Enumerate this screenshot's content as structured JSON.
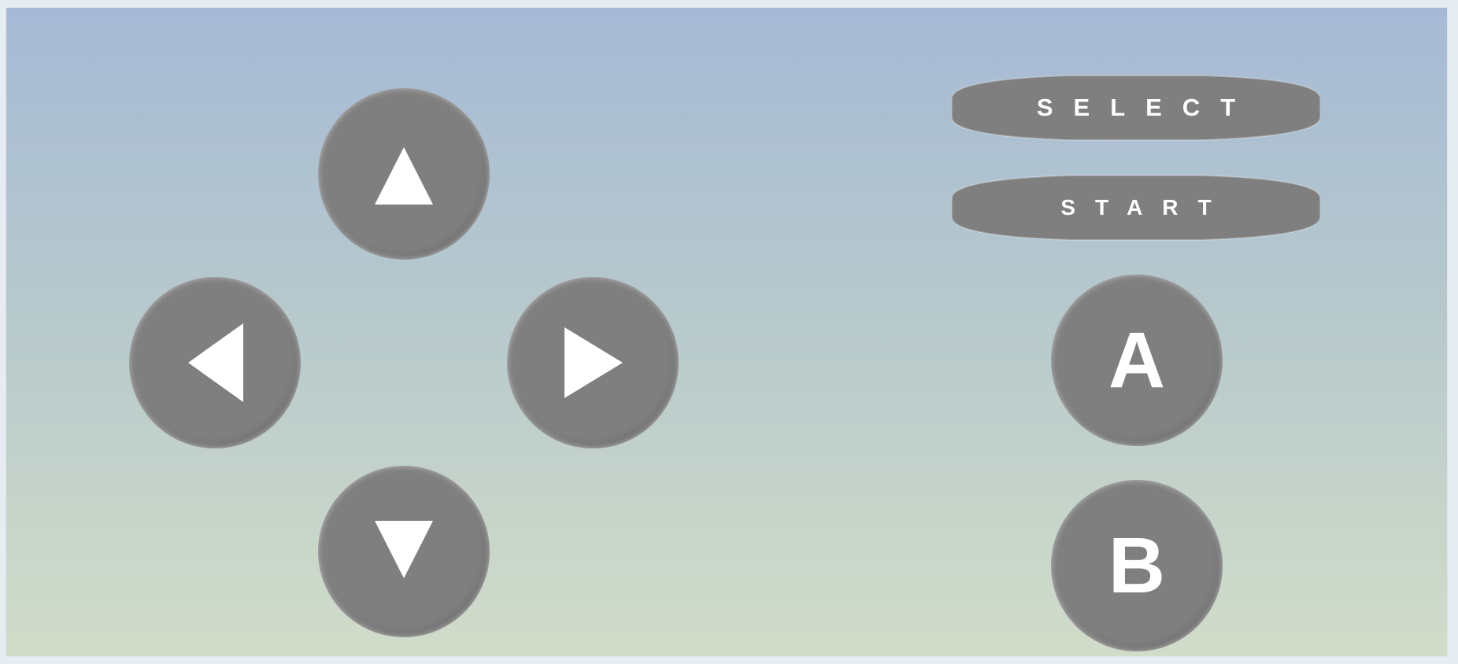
{
  "colors": {
    "button_fill": "#7f7f7f",
    "glyph": "#ffffff",
    "background_top": "#a6bad6",
    "background_bottom": "#d1dcc9"
  },
  "dpad": {
    "up": {
      "icon": "arrow-up-icon"
    },
    "left": {
      "icon": "arrow-left-icon"
    },
    "right": {
      "icon": "arrow-right-icon"
    },
    "down": {
      "icon": "arrow-down-icon"
    }
  },
  "buttons": {
    "select_label": "SELECT",
    "start_label": "START",
    "a_label": "A",
    "b_label": "B"
  }
}
